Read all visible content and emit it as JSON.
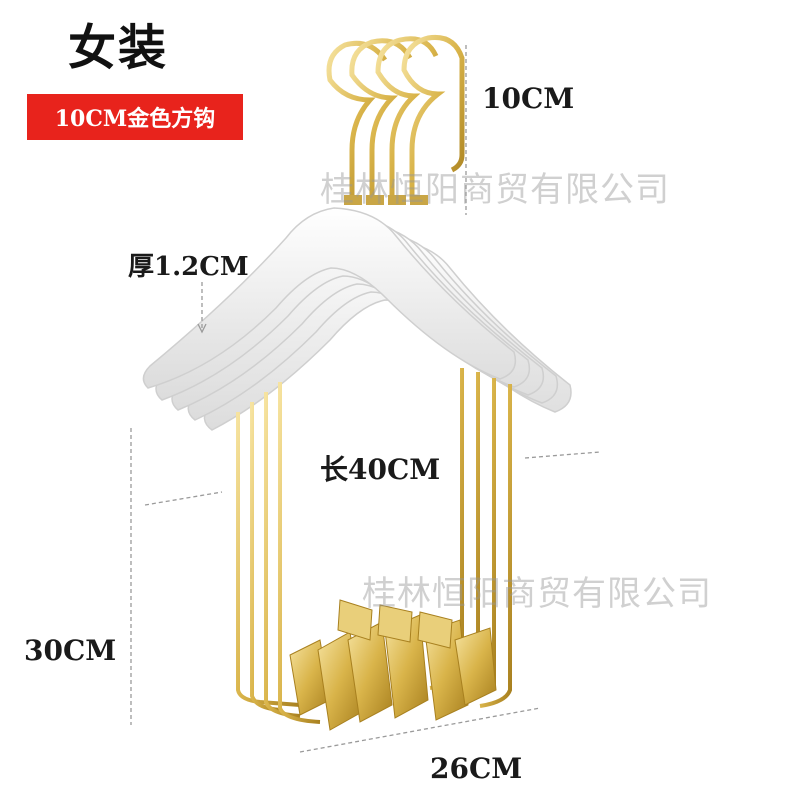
{
  "header": {
    "title": "女装",
    "badge_text": "10CM金色方钩"
  },
  "dimensions": {
    "hook_height": "10CM",
    "thickness": "厚1.2CM",
    "length": "长40CM",
    "drop_height": "30CM",
    "bar_width": "26CM"
  },
  "watermarks": [
    "桂林恒阳商贸有限公司",
    "桂林恒阳商贸有限公司"
  ],
  "colors": {
    "badge_red": "#e8231c",
    "gold": "#d9b44a",
    "hanger_white": "#f4f4f4"
  }
}
